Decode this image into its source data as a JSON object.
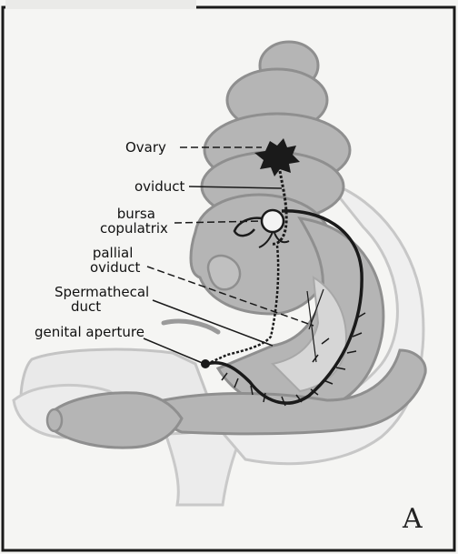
{
  "figure": {
    "labels": {
      "ovary": "Ovary",
      "oviduct": "oviduct",
      "bursa_copulatrix": [
        "bursa",
        "copulatrix"
      ],
      "pallial_oviduct": [
        "pallial",
        "oviduct"
      ],
      "spermathecal_duct": [
        "Spermathecal",
        "duct"
      ],
      "genital_aperture": "genital aperture"
    },
    "plate_letter": "A"
  },
  "colors": {
    "body": "#b5b5b5",
    "body_stroke": "#8f8f8f",
    "light_body": "#d9d9d9",
    "duct": "#1a1a1a",
    "page": "#f5f5f3",
    "frame": "#1a1a1a"
  }
}
